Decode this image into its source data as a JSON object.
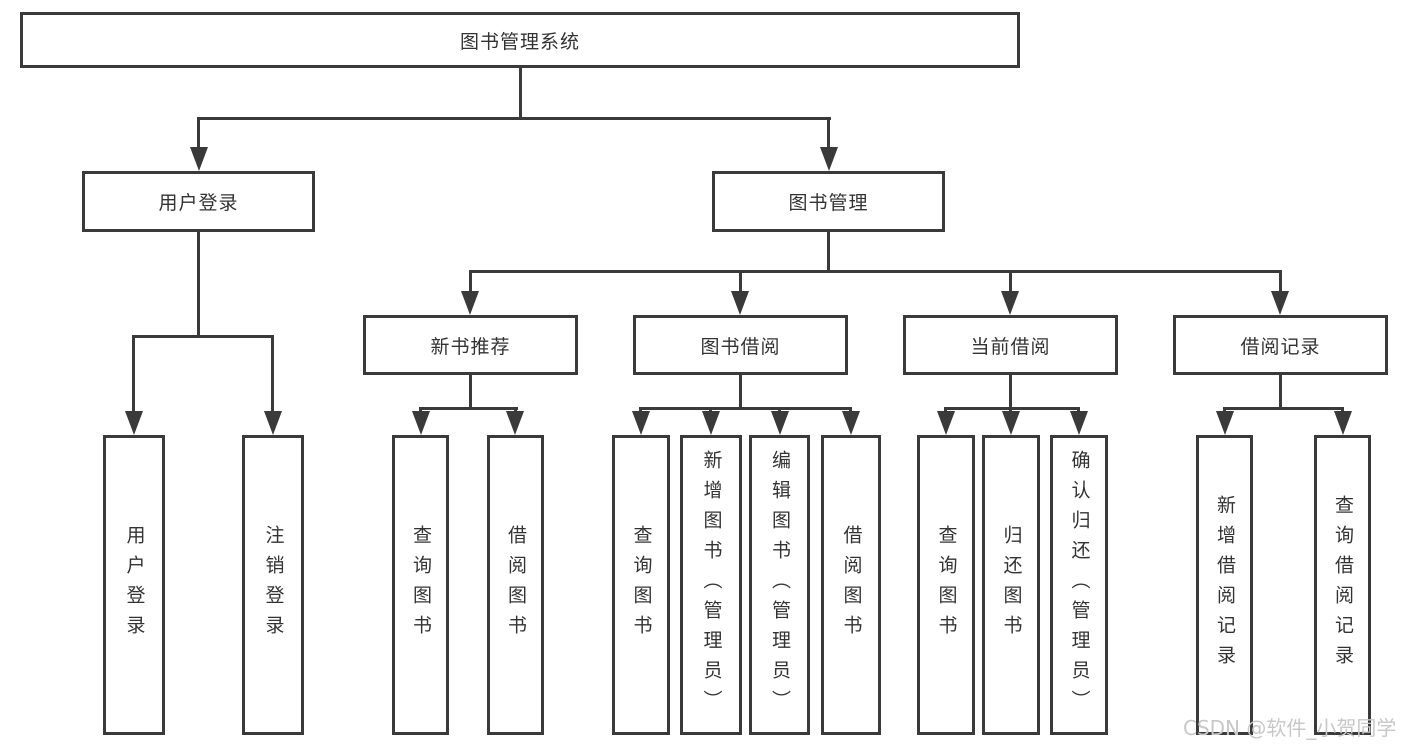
{
  "diagram": {
    "root": {
      "label": "图书管理系统"
    },
    "children": [
      {
        "label": "用户登录",
        "children": [
          {
            "label": "用户登录"
          },
          {
            "label": "注销登录"
          }
        ]
      },
      {
        "label": "图书管理",
        "children": [
          {
            "label": "新书推荐",
            "children": [
              {
                "label": "查询图书"
              },
              {
                "label": "借阅图书"
              }
            ]
          },
          {
            "label": "图书借阅",
            "children": [
              {
                "label": "查询图书"
              },
              {
                "label": "新增图书（管理员）"
              },
              {
                "label": "编辑图书（管理员）"
              },
              {
                "label": "借阅图书"
              }
            ]
          },
          {
            "label": "当前借阅",
            "children": [
              {
                "label": "查询图书"
              },
              {
                "label": "归还图书"
              },
              {
                "label": "确认归还（管理员）"
              }
            ]
          },
          {
            "label": "借阅记录",
            "children": [
              {
                "label": "新增借阅记录"
              },
              {
                "label": "查询借阅记录"
              }
            ]
          }
        ]
      }
    ]
  },
  "watermark": {
    "text": "CSDN @软件_小贺同学"
  },
  "colors": {
    "line": "#3a3a3a",
    "text": "#333333",
    "box_background": "#ffffff",
    "page_background": "#ffffff",
    "watermark": "#c8c8c8"
  }
}
